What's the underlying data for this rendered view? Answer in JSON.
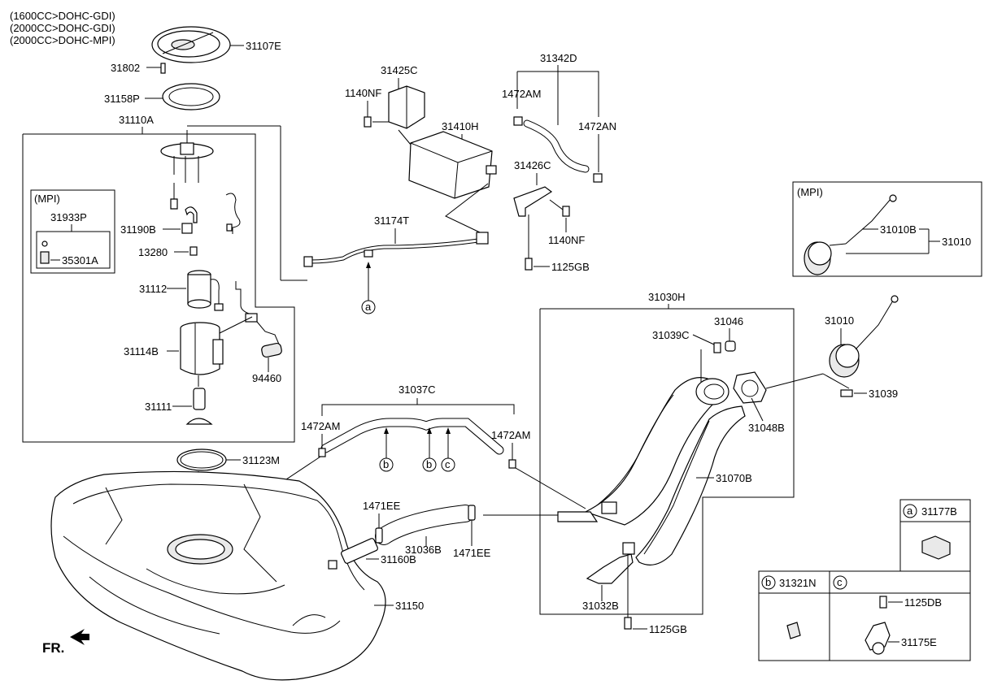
{
  "engine_notes": [
    "(1600CC>DOHC-GDI)",
    "(2000CC>DOHC-GDI)",
    "(2000CC>DOHC-MPI)"
  ],
  "labels": {
    "p31107E": "31107E",
    "p31802": "31802",
    "p31158P": "31158P",
    "p31110A": "31110A",
    "mpi_box1": "(MPI)",
    "p31933P": "31933P",
    "p35301A": "35301A",
    "p31190B": "31190B",
    "p13280": "13280",
    "p31112": "31112",
    "p31114B": "31114B",
    "p94460": "94460",
    "p31111": "31111",
    "p31425C": "31425C",
    "p1140NF_a": "1140NF",
    "p31410H": "31410H",
    "p31342D": "31342D",
    "p1472AM_a": "1472AM",
    "p1472AN": "1472AN",
    "p31426C": "31426C",
    "p31174T": "31174T",
    "p1140NF_b": "1140NF",
    "p1125GB_a": "1125GB",
    "mpi_box2": "(MPI)",
    "p31010B": "31010B",
    "p31010_a": "31010",
    "p31030H": "31030H",
    "p31046": "31046",
    "p31039C": "31039C",
    "p31010_b": "31010",
    "p31039": "31039",
    "p31048B": "31048B",
    "p31037C": "31037C",
    "p1472AM_b": "1472AM",
    "p1472AM_c": "1472AM",
    "p31123M": "31123M",
    "p31070B": "31070B",
    "p1471EE_a": "1471EE",
    "p1471EE_b": "1471EE",
    "p31036B": "31036B",
    "p31160B": "31160B",
    "p31150": "31150",
    "p31032B": "31032B",
    "p1125GB_b": "1125GB",
    "p31177B": "31177B",
    "p31321N": "31321N",
    "p1125DB": "1125DB",
    "p31175E": "31175E",
    "fr": "FR."
  },
  "callouts": {
    "a": "a",
    "b": "b",
    "c": "c"
  }
}
